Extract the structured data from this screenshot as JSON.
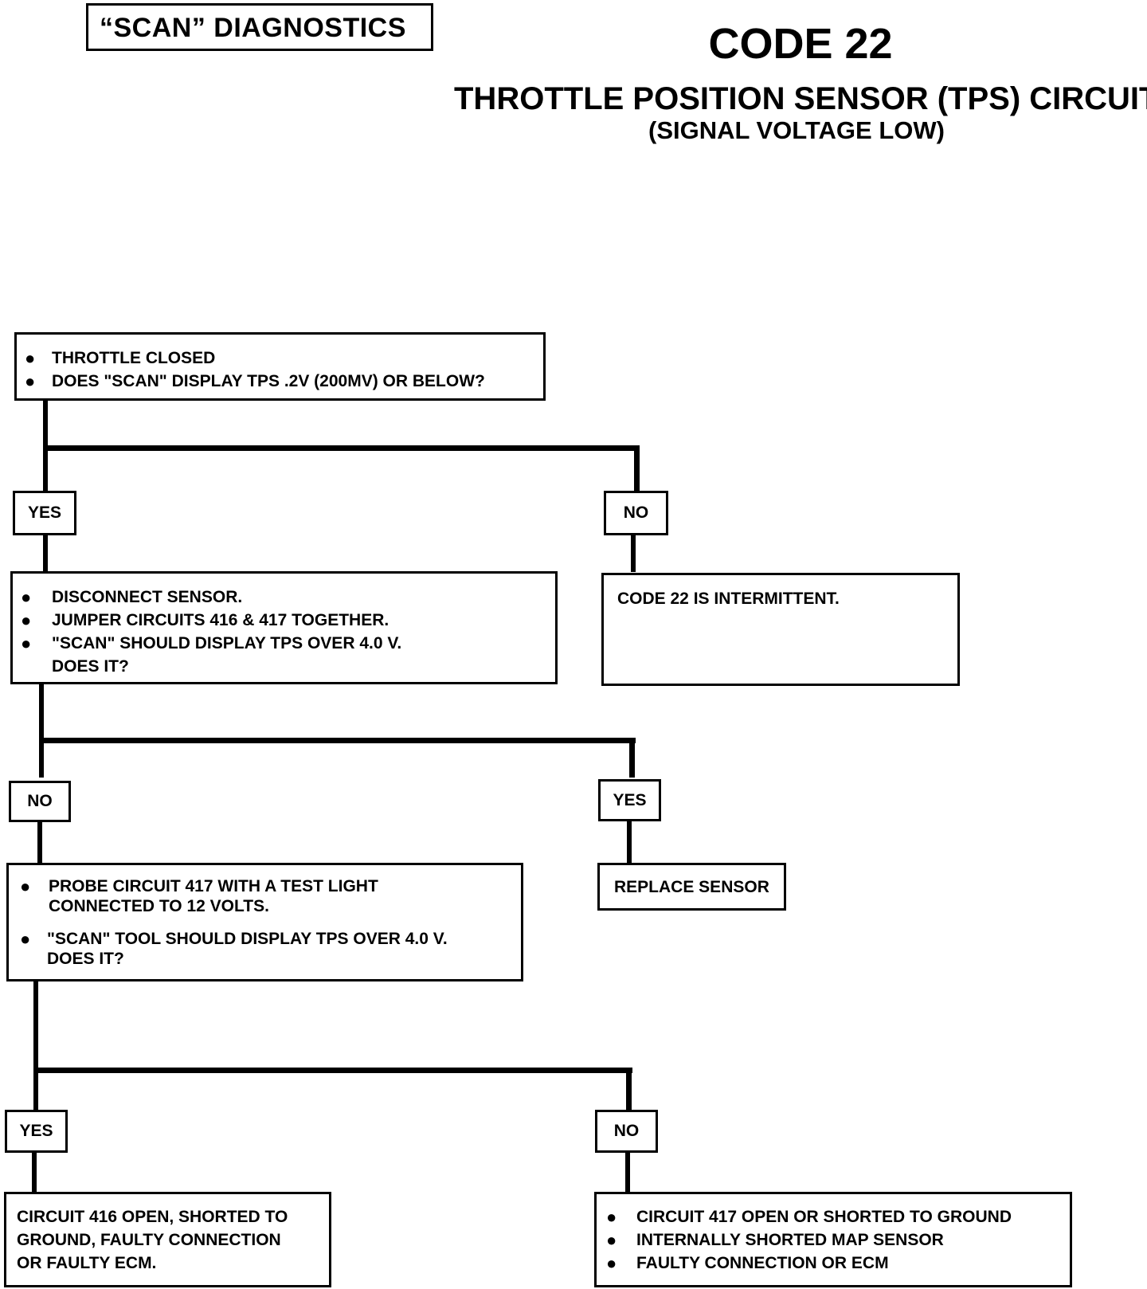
{
  "header": {
    "section_label": "“SCAN” DIAGNOSTICS",
    "code_title": "CODE 22",
    "circuit_title": "THROTTLE POSITION SENSOR (TPS) CIRCUIT",
    "circuit_subtitle": "(SIGNAL VOLTAGE LOW)"
  },
  "bullet": "●",
  "steps": {
    "step1": {
      "lines": [
        "THROTTLE CLOSED",
        "DOES \"SCAN\" DISPLAY TPS  .2V (200MV) OR BELOW?"
      ]
    },
    "step1_yes_label": "YES",
    "step1_no_label": "NO",
    "step2": {
      "lines": [
        "DISCONNECT SENSOR.",
        "JUMPER CIRCUITS 416 & 417 TOGETHER.",
        "\"SCAN\" SHOULD DISPLAY TPS OVER 4.0 V.",
        "DOES IT?"
      ]
    },
    "intermittent": {
      "text": "CODE 22 IS INTERMITTENT."
    },
    "step2_no_label": "NO",
    "step2_yes_label": "YES",
    "step3": {
      "lines": [
        "PROBE CIRCUIT 417 WITH A TEST LIGHT",
        "CONNECTED TO 12 VOLTS.",
        "\"SCAN\" TOOL SHOULD DISPLAY TPS OVER 4.0 V.",
        "DOES IT?"
      ]
    },
    "replace": {
      "text": "REPLACE SENSOR"
    },
    "step3_yes_label": "YES",
    "step3_no_label": "NO",
    "result_yes": {
      "lines": [
        "CIRCUIT 416 OPEN, SHORTED TO",
        "GROUND, FAULTY CONNECTION",
        "OR FAULTY ECM."
      ]
    },
    "result_no": {
      "lines": [
        "CIRCUIT 417 OPEN OR SHORTED TO GROUND",
        "INTERNALLY SHORTED MAP SENSOR",
        "FAULTY CONNECTION OR ECM"
      ]
    }
  }
}
